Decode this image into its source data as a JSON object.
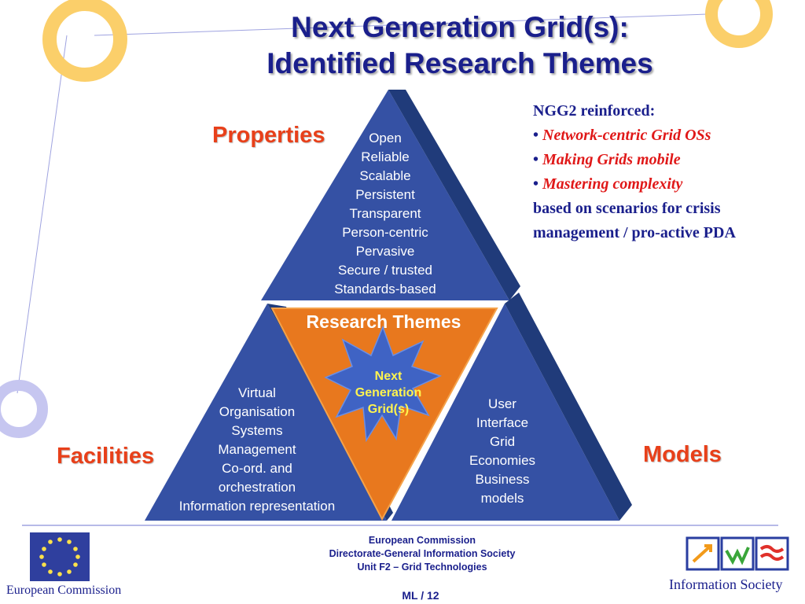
{
  "slide": {
    "title_line1": "Next Generation Grid(s):",
    "title_line2": "Identified Research Themes"
  },
  "labels": {
    "properties": "Properties",
    "facilities": "Facilities",
    "models": "Models",
    "research_themes": "Research Themes"
  },
  "center_star": {
    "line1": "Next",
    "line2": "Generation",
    "line3": "Grid(s)"
  },
  "properties_items": [
    "Open",
    "Reliable",
    "Scalable",
    "Persistent",
    "Transparent",
    "Person-centric",
    "Pervasive",
    "Secure / trusted",
    "Standards-based"
  ],
  "facilities_items": [
    "Virtual",
    "Organisation",
    "Systems",
    "Management",
    "Co-ord. and",
    "orchestration",
    "Information representation"
  ],
  "models_items": [
    "User",
    "Interface",
    "Grid",
    "Economies",
    "Business",
    "models"
  ],
  "ngg_box": {
    "heading": "NGG2 reinforced:",
    "bullet_char": "•",
    "bullets": [
      "Network-centric Grid OSs",
      "Making Grids mobile",
      "Mastering complexity"
    ],
    "closing_line1": "based on scenarios for crisis",
    "closing_line2": "management / pro-active PDA"
  },
  "footer": {
    "line1": "European Commission",
    "line2": "Directorate-General Information Society",
    "line3": "Unit F2 – Grid Technologies",
    "page": "ML / 12",
    "ec_logo_text": "European Commission",
    "is_logo_text": "Information Society"
  },
  "colors": {
    "title_blue": "#1a1f8c",
    "label_orange": "#e8401a",
    "triangle_blue": "#2e4b9a",
    "triangle_dark": "#233d7e",
    "center_orange": "#e8781e",
    "star_blue": "#3f63c4",
    "star_text": "#fff44f",
    "bullet_red": "#e01818",
    "decor_circle_yellow": "#fbcf6a",
    "decor_circle_lilac": "#c6c6f0"
  }
}
